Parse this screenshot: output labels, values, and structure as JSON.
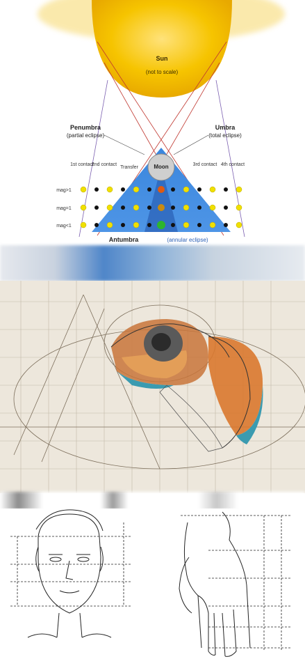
{
  "eclipse": {
    "sun_title": "Sun",
    "sun_note": "(not to scale)",
    "penumbra_title": "Penumbra",
    "penumbra_note": "(partial eclipse)",
    "umbra_title": "Umbra",
    "umbra_note": "(total eclipse)",
    "moon_label": "Moon",
    "contact_1st": "1st contact",
    "contact_2nd": "2nd contact",
    "transfer_label": "Transfer",
    "contact_3rd": "3rd contact",
    "contact_4th": "4th contact",
    "mag_1": "mag>1",
    "mag_2": "mag=1",
    "mag_3": "mag<1",
    "antumbra_title": "Antumbra",
    "antumbra_note": "(annular eclipse)"
  },
  "colors": {
    "sun": "#f5c400",
    "cone": "#2e7ad6",
    "moon": "#cfcfcf",
    "paper": "#efe9df",
    "shell_orange": "#d9782e",
    "shell_teal": "#3b9bb0"
  }
}
